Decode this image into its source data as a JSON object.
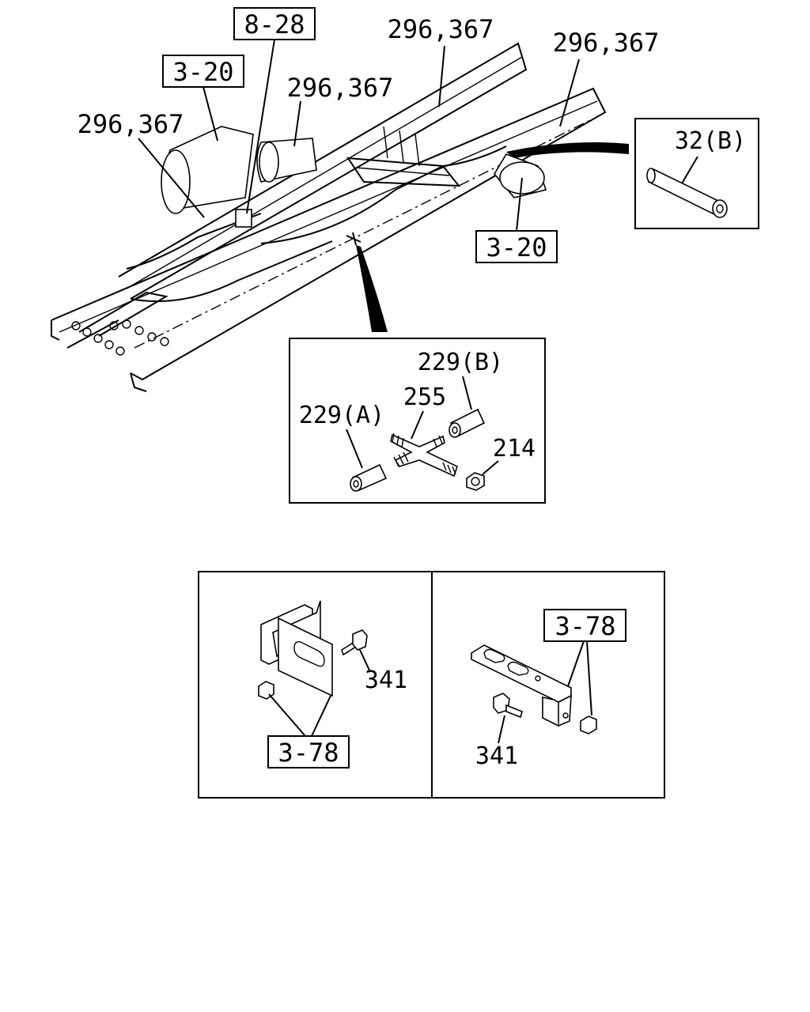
{
  "callouts": {
    "ref_8_28": "8-28",
    "ref_3_20_top": "3-20",
    "ref_3_20_mid": "3-20",
    "part_296_367_a": "296,367",
    "part_296_367_b": "296,367",
    "part_296_367_c": "296,367",
    "part_296_367_d": "296,367",
    "part_32b": "32(B)",
    "part_229b": "229(B)",
    "part_255": "255",
    "part_229a": "229(A)",
    "part_214": "214",
    "left_341": "341",
    "left_3_78": "3-78",
    "right_3_78": "3-78",
    "right_341": "341"
  }
}
